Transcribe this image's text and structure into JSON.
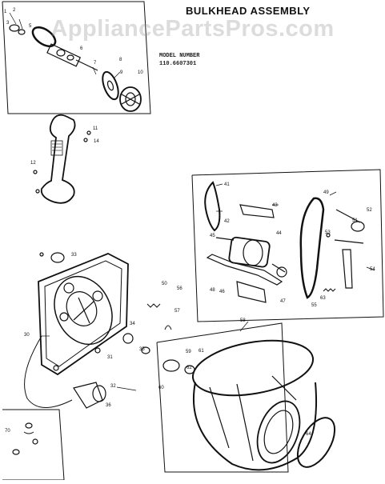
{
  "header": {
    "title": "BULKHEAD ASSEMBLY",
    "model_label": "MODEL NUMBER",
    "model_number": "110.6607301"
  },
  "watermark": {
    "text": "AppliancePartsPros.com"
  },
  "part_callouts": [
    "1",
    "2",
    "3",
    "5",
    "6",
    "7",
    "8",
    "9",
    "10",
    "11",
    "12",
    "14",
    "30",
    "31",
    "32",
    "33",
    "34",
    "35",
    "36",
    "41",
    "42",
    "43",
    "44",
    "45",
    "46",
    "47",
    "48",
    "49",
    "50",
    "51",
    "52",
    "53",
    "54",
    "55",
    "56",
    "57",
    "58",
    "59",
    "60",
    "61",
    "62",
    "63",
    "64",
    "70"
  ],
  "colors": {
    "ink": "#111111",
    "background": "#ffffff",
    "watermark": "#969696"
  }
}
